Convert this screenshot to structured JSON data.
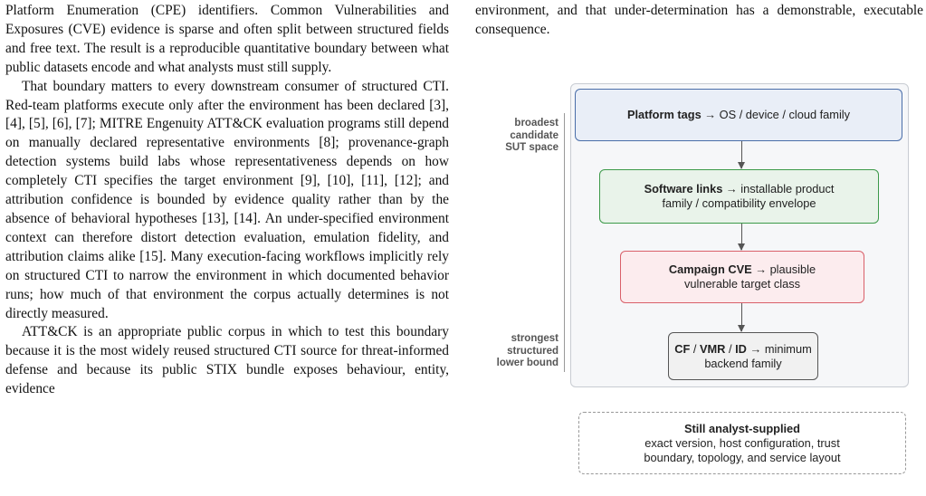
{
  "left_column": {
    "p1": "Platform Enumeration (CPE) identifiers. Common Vulnerabilities and Exposures (CVE) evidence is sparse and often split between structured fields and free text. The result is a reproducible quantitative boundary between what public datasets encode and what analysts must still supply.",
    "p2": "That boundary matters to every downstream consumer of structured CTI. Red-team platforms execute only after the environment has been declared [3], [4], [5], [6], [7]; MITRE Engenuity ATT&CK evaluation programs still depend on manually declared representative environments [8]; provenance-graph detection systems build labs whose representativeness depends on how completely CTI specifies the target environment [9], [10], [11], [12]; and attribution confidence is bounded by evidence quality rather than by the absence of behavioral hypotheses [13], [14]. An under-specified environment context can therefore distort detection evaluation, emulation fidelity, and attribution claims alike [15]. Many execution-facing workflows implicitly rely on structured CTI to narrow the environment in which documented behavior runs; how much of that environment the corpus actually determines is not directly measured.",
    "p3": "ATT&CK is an appropriate public corpus in which to test this boundary because it is the most widely reused structured CTI source for threat-informed defense and because its public STIX bundle exposes behaviour, entity, evidence"
  },
  "right_column": {
    "p1": "environment, and that under-determination has a demonstrable, executable consequence."
  },
  "figure": {
    "side_top": [
      "broadest",
      "candidate",
      "SUT space"
    ],
    "side_bottom": [
      "strongest",
      "structured",
      "lower bound"
    ],
    "node1": {
      "bold": "Platform tags",
      "arrow": "→",
      "rest": "OS / device / cloud family"
    },
    "node2": {
      "bold": "Software links",
      "arrow": "→",
      "rest": "installable product",
      "line2": "family / compatibility envelope"
    },
    "node3": {
      "bold": "Campaign CVE",
      "arrow": "→",
      "rest": "plausible",
      "line2": "vulnerable target class"
    },
    "node4": {
      "b1": "CF",
      "s1": "/",
      "b2": "VMR",
      "s2": "/",
      "b3": "ID",
      "arrow": "→",
      "rest": "minimum",
      "line2": "backend family"
    },
    "node5": {
      "title": "Still analyst-supplied",
      "line1": "exact version, host configuration, trust",
      "line2": "boundary, topology, and service layout"
    }
  }
}
